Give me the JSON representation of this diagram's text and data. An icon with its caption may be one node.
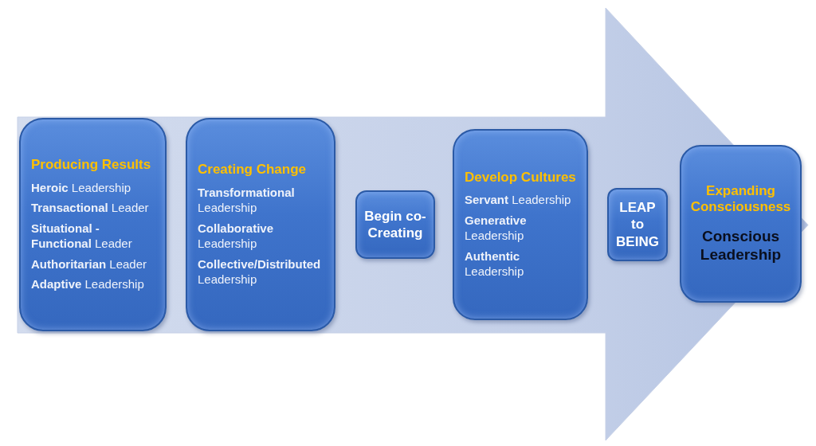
{
  "diagram": {
    "nodes": [
      {
        "text": [
          "Producing Results",
          "**Heroic** Leadership",
          "**Transactional** Leader",
          "**Situational - Functional** Leader",
          "**Authoritarian** Leader",
          "**Adaptive** Leadership"
        ]
      },
      {
        "text": [
          "Creating Change",
          "**Transformational** Leadership",
          "**Collaborative** Leadership",
          "**Collective/Distributed** Leadership"
        ]
      },
      {
        "text": [
          "Begin co-Creating"
        ]
      },
      {
        "text": [
          "Develop Cultures",
          "**Servant** Leadership",
          "**Generative** Leadership",
          "**Authentic** Leadership"
        ]
      },
      {
        "text": [
          "LEAP to BEING"
        ]
      },
      {
        "text": [
          "Expanding Consciousness",
          "Conscious Leadership"
        ]
      }
    ],
    "edges": [
      {
        "from": 0,
        "to": 5,
        "arrow": "to"
      }
    ]
  }
}
